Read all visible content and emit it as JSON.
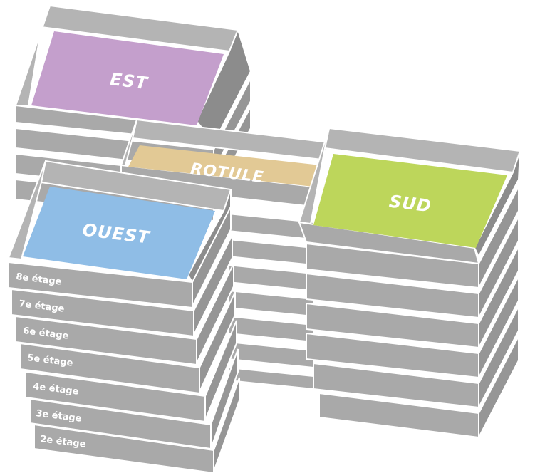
{
  "blocks": {
    "est": {
      "label": "EST",
      "color": "#c49fcc"
    },
    "rotule": {
      "label": "ROTULE",
      "color": "#e2c995"
    },
    "sud": {
      "label": "SUD",
      "color": "#bdd65b"
    },
    "ouest": {
      "label": "OUEST",
      "color": "#8fbde6"
    }
  },
  "floors": [
    "8e étage",
    "7e étage",
    "6e étage",
    "5e étage",
    "4e étage",
    "3e étage",
    "2e étage"
  ],
  "palette": {
    "slab_front": "#a9a9a9",
    "slab_side": "#969696",
    "rim_light": "#b4b4b4",
    "rim_dark": "#8c8c8c",
    "wall_inner": "#c2c2c2"
  }
}
